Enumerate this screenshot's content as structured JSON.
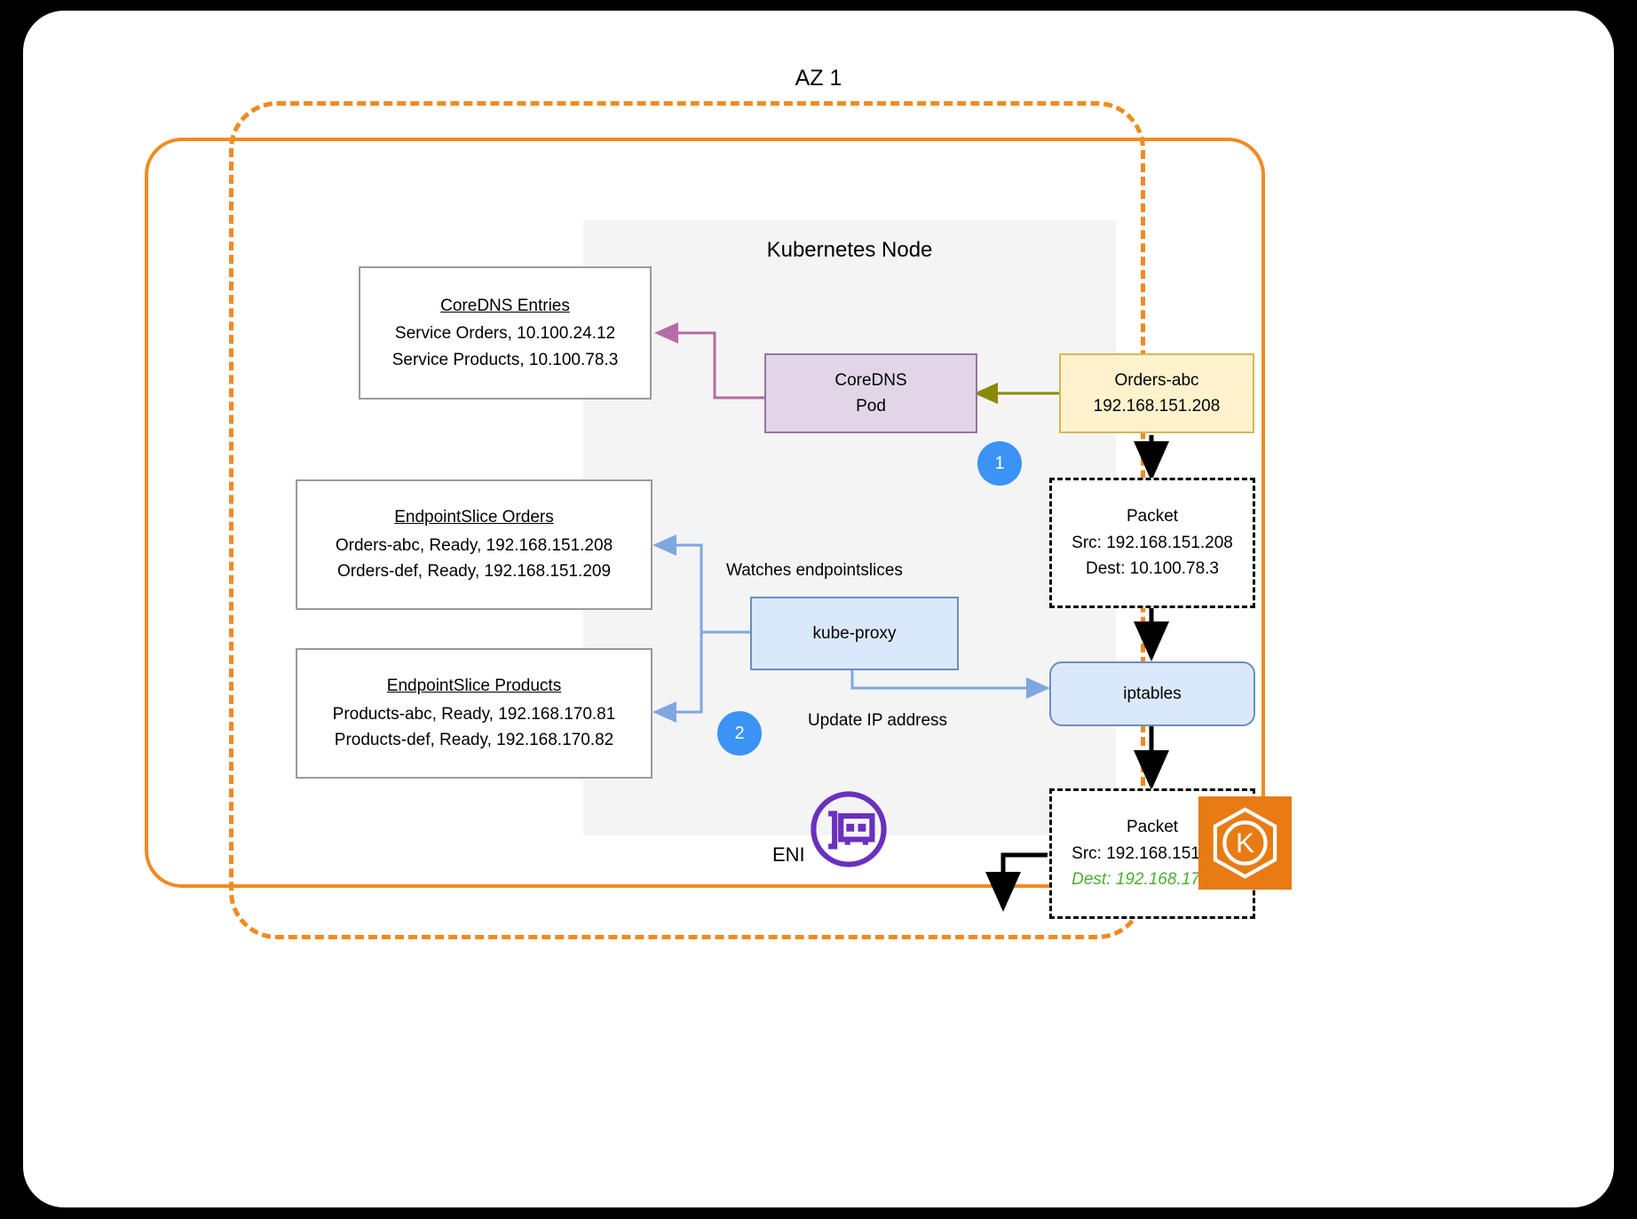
{
  "diagram": {
    "az_title": "AZ 1",
    "node_title": "Kubernetes Node",
    "coredns_entries": {
      "title": "CoreDNS Entries",
      "line1": "Service Orders, 10.100.24.12",
      "line2": "Service Products, 10.100.78.3"
    },
    "endpointslice_orders": {
      "title": "EndpointSlice Orders",
      "line1": "Orders-abc, Ready, 192.168.151.208",
      "line2": "Orders-def, Ready, 192.168.151.209"
    },
    "endpointslice_products": {
      "title": "EndpointSlice Products",
      "line1": "Products-abc, Ready, 192.168.170.81",
      "line2": "Products-def, Ready, 192.168.170.82"
    },
    "coredns_pod": {
      "line1": "CoreDNS",
      "line2": "Pod"
    },
    "orders_pod": {
      "line1": "Orders-abc",
      "line2": "192.168.151.208"
    },
    "packet_before": {
      "title": "Packet",
      "src": "Src: 192.168.151.208",
      "dest": "Dest: 10.100.78.3"
    },
    "packet_after": {
      "title": "Packet",
      "src": "Src: 192.168.151.208",
      "dest": "Dest: 192.168.170.82"
    },
    "kube_proxy": {
      "label": "kube-proxy"
    },
    "iptables": {
      "label": "iptables"
    },
    "labels": {
      "watches": "Watches endpointslices",
      "update_ip": "Update IP address",
      "eni": "ENI"
    },
    "badges": {
      "one": "1",
      "two": "2"
    },
    "icons": {
      "eni": "network-interface-icon",
      "k8s": "kubernetes-logo-icon"
    },
    "colors": {
      "orange": "#F18A21",
      "badge_blue": "#3A93F5",
      "green": "#4CAF2E",
      "purple": "#6B30BD",
      "k8s_orange": "#E87B13"
    }
  }
}
